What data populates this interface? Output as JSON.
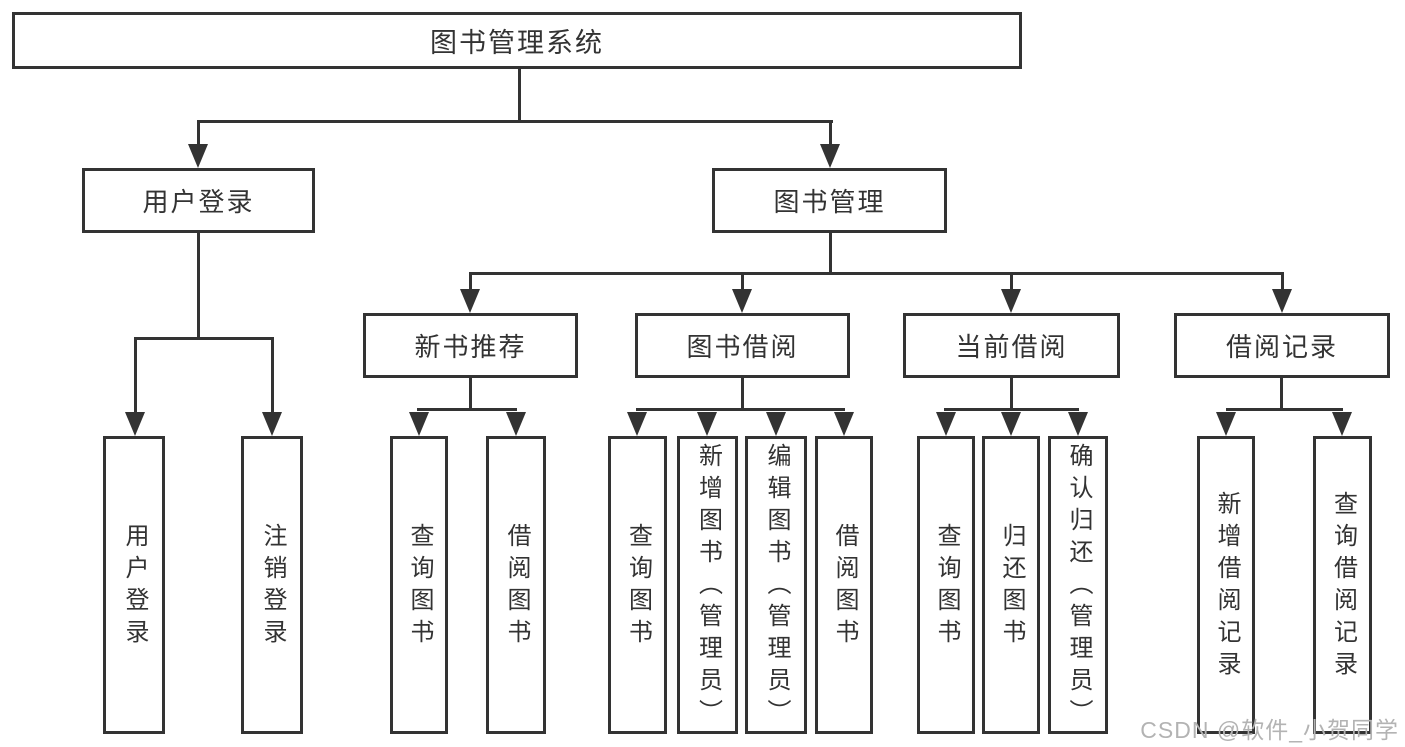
{
  "diagram": {
    "root": {
      "label": "图书管理系统"
    },
    "branches": [
      {
        "label": "用户登录",
        "children": [
          {
            "label": "用户登录"
          },
          {
            "label": "注销登录"
          }
        ]
      },
      {
        "label": "图书管理",
        "children": [
          {
            "label": "新书推荐",
            "children": [
              {
                "label": "查询图书"
              },
              {
                "label": "借阅图书"
              }
            ]
          },
          {
            "label": "图书借阅",
            "children": [
              {
                "label": "查询图书"
              },
              {
                "label": "新增图书（管理员）"
              },
              {
                "label": "编辑图书（管理员）"
              },
              {
                "label": "借阅图书"
              }
            ]
          },
          {
            "label": "当前借阅",
            "children": [
              {
                "label": "查询图书"
              },
              {
                "label": "归还图书"
              },
              {
                "label": "确认归还（管理员）"
              }
            ]
          },
          {
            "label": "借阅记录",
            "children": [
              {
                "label": "新增借阅记录"
              },
              {
                "label": "查询借阅记录"
              }
            ]
          }
        ]
      }
    ],
    "watermark": "CSDN @软件_小贺同学",
    "colors": {
      "stroke": "#333333",
      "background": "#ffffff",
      "watermark_text": "#b3b3b3"
    }
  }
}
